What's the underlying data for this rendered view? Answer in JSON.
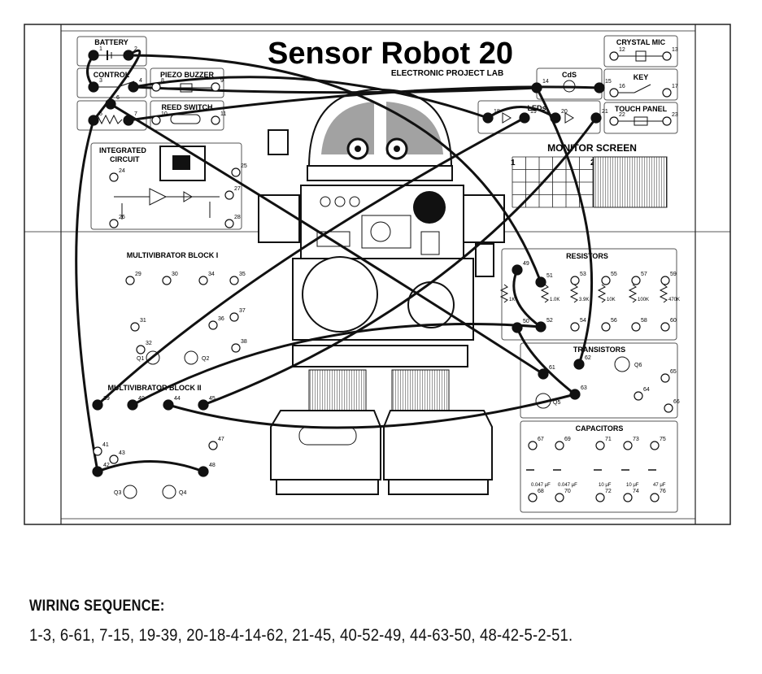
{
  "title": "Sensor Robot 20",
  "subtitle": "ELECTRONIC PROJECT LAB",
  "monitor": {
    "label": "MONITOR SCREEN",
    "ch1": "1",
    "ch2": "2"
  },
  "panels": {
    "battery": "BATTERY",
    "control": "CONTROL",
    "piezo": "PIEZO BUZZER",
    "reed": "REED SWITCH",
    "ic_line1": "INTEGRATED",
    "ic_line2": "CIRCUIT",
    "crystal": "CRYSTAL MIC",
    "cds": "CdS",
    "key": "KEY",
    "touch": "TOUCH PANEL",
    "leds": "LEDs",
    "mv1": "MULTIVIBRATOR BLOCK I",
    "mv2": "MULTIVIBRATOR BLOCK II",
    "resistors": "RESISTORS",
    "transistors": "TRANSISTORS",
    "capacitors": "CAPACITORS"
  },
  "resistor_values": [
    "1K",
    "1.0K",
    "3.9K",
    "10K",
    "100K",
    "470K"
  ],
  "capacitor_values": [
    "0.047 μF",
    "0.047 μF",
    "10 μF",
    "10 μF",
    "47 μF"
  ],
  "terminals": {
    "1": "1",
    "2": "2",
    "3": "3",
    "4": "4",
    "5": "5",
    "6": "6",
    "7": "7",
    "8": "8",
    "9": "9",
    "10": "10",
    "11": "11",
    "12": "12",
    "13": "13",
    "14": "14",
    "15": "15",
    "16": "16",
    "17": "17",
    "18": "18",
    "19": "19",
    "20": "20",
    "21": "21",
    "22": "22",
    "23": "23",
    "24": "24",
    "25": "25",
    "26": "26",
    "27": "27",
    "28": "28",
    "29": "29",
    "30": "30",
    "31": "31",
    "32": "32",
    "34": "34",
    "35": "35",
    "36": "36",
    "37": "37",
    "38": "38",
    "39": "39",
    "40": "40",
    "41": "41",
    "42": "42",
    "43": "43",
    "44": "44",
    "45": "45",
    "47": "47",
    "48": "48",
    "49": "49",
    "50": "50",
    "51": "51",
    "52": "52",
    "53": "53",
    "54": "54",
    "55": "55",
    "56": "56",
    "57": "57",
    "58": "58",
    "59": "59",
    "60": "60",
    "61": "61",
    "62": "62",
    "63": "63",
    "64": "64",
    "65": "65",
    "66": "66",
    "67": "67",
    "68": "68",
    "69": "69",
    "70": "70",
    "71": "71",
    "72": "72",
    "73": "73",
    "74": "74",
    "75": "75",
    "76": "76"
  },
  "transistor_labels": {
    "q1": "Q1",
    "q2": "Q2",
    "q3": "Q3",
    "q4": "Q4",
    "q5": "Q5",
    "q6": "Q6"
  },
  "wiring": {
    "heading": "WIRING SEQUENCE:",
    "sequence": "1-3, 6-61, 7-15, 19-39, 20-18-4-14-62, 21-45, 40-52-49, 44-63-50, 48-42-5-2-51."
  }
}
